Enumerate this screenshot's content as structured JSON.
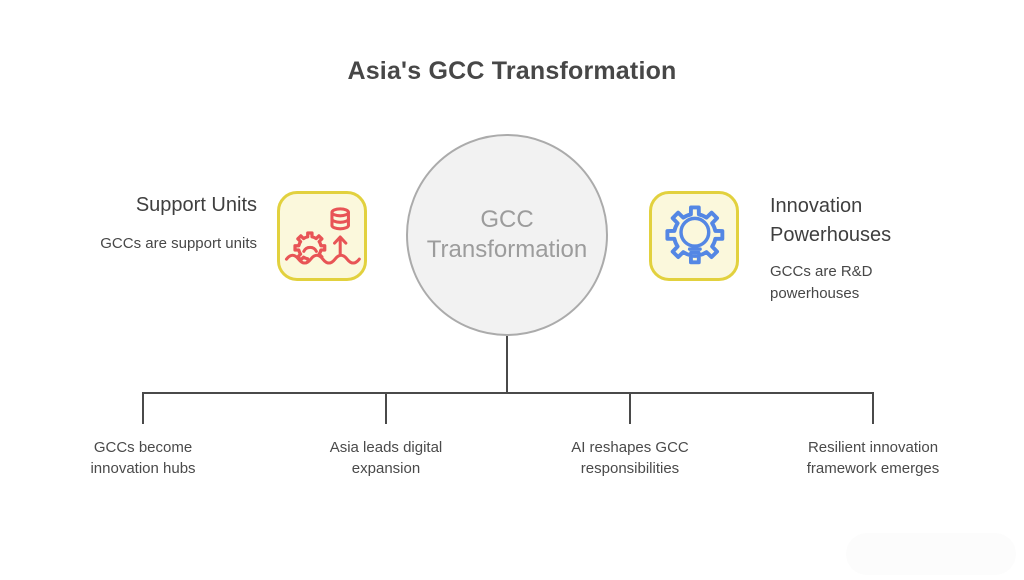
{
  "title": "Asia's GCC Transformation",
  "center_node": {
    "lines": [
      "GCC",
      "Transformation"
    ]
  },
  "left_node": {
    "heading": "Support Units",
    "description": "GCCs are support units",
    "icon": "database-growth-gear-wave-icon"
  },
  "right_node": {
    "heading_lines": [
      "Innovation",
      "Powerhouses"
    ],
    "description_lines": [
      "GCCs are R&D",
      "powerhouses"
    ],
    "icon": "gear-lightbulb-icon"
  },
  "branches": [
    {
      "lines": [
        "GCCs become",
        "innovation hubs"
      ]
    },
    {
      "lines": [
        "Asia leads digital",
        "expansion"
      ]
    },
    {
      "lines": [
        "AI reshapes GCC",
        "responsibilities"
      ]
    },
    {
      "lines": [
        "Resilient innovation",
        "framework emerges"
      ]
    }
  ],
  "colors": {
    "accent_red": "#E85456",
    "accent_blue": "#5487E4",
    "icon_border_yellow": "#E2D13E",
    "icon_bg_yellow": "#FBF8DC",
    "circle_fill": "#F2F2F2",
    "circle_border": "#ABABAB",
    "connector_line": "#4A4A4A",
    "title_text": "#474747",
    "body_text": "#4A4A4A",
    "muted_text": "#9C9C9C"
  }
}
